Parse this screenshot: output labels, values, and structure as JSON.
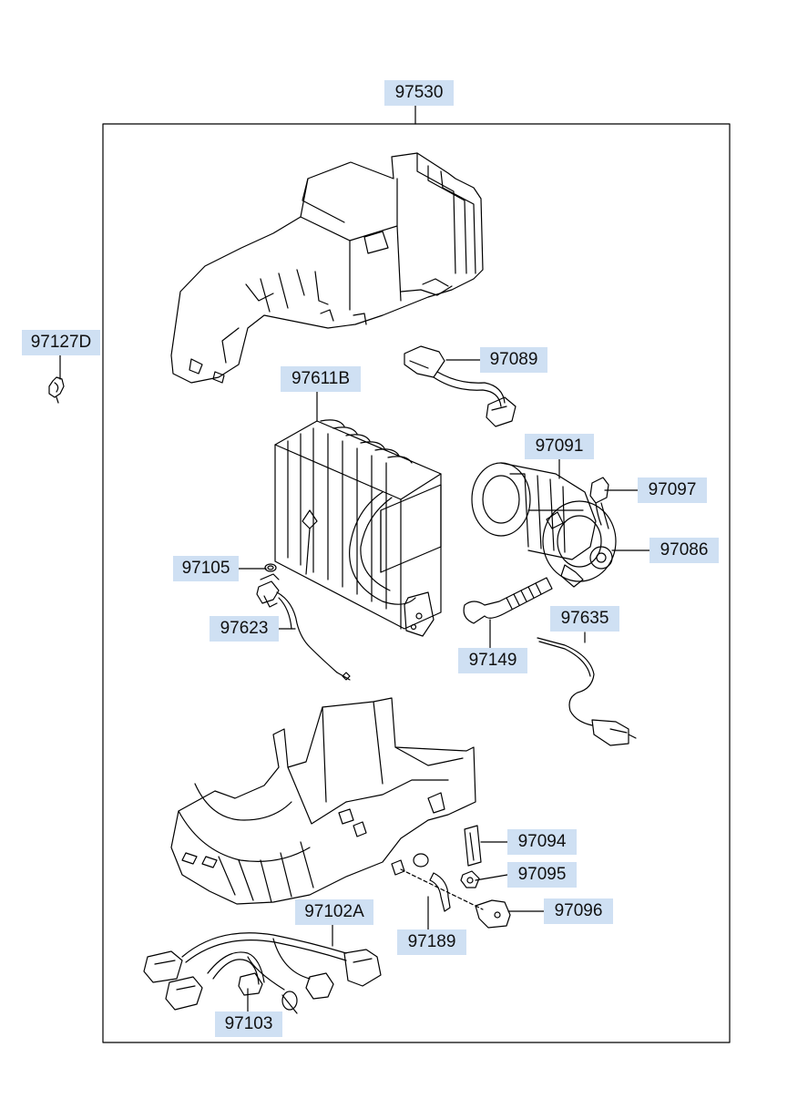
{
  "diagram": {
    "labels": {
      "assembly": "97530",
      "clip": "97127D",
      "resistor": "97089",
      "evaporator": "97611B",
      "blower_fan": "97091",
      "blower_connector": "97097",
      "blower_motor": "97086",
      "o_ring": "97105",
      "expansion_valve": "97623",
      "drain_hose": "97149",
      "sensor": "97635",
      "bracket_a": "97094",
      "grommet": "97095",
      "bracket_b": "97096",
      "hose_clip": "97189",
      "wiring_harness": "97102A",
      "connector": "97103"
    }
  }
}
